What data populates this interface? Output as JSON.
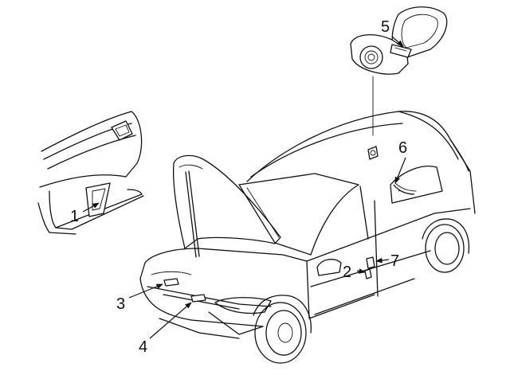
{
  "callouts": [
    {
      "id": 1,
      "label": "1"
    },
    {
      "id": 2,
      "label": "2"
    },
    {
      "id": 3,
      "label": "3"
    },
    {
      "id": 4,
      "label": "4"
    },
    {
      "id": 5,
      "label": "5"
    },
    {
      "id": 6,
      "label": "6"
    },
    {
      "id": 7,
      "label": "7"
    }
  ],
  "colors": {
    "line": "#111111",
    "background": "#ffffff"
  }
}
